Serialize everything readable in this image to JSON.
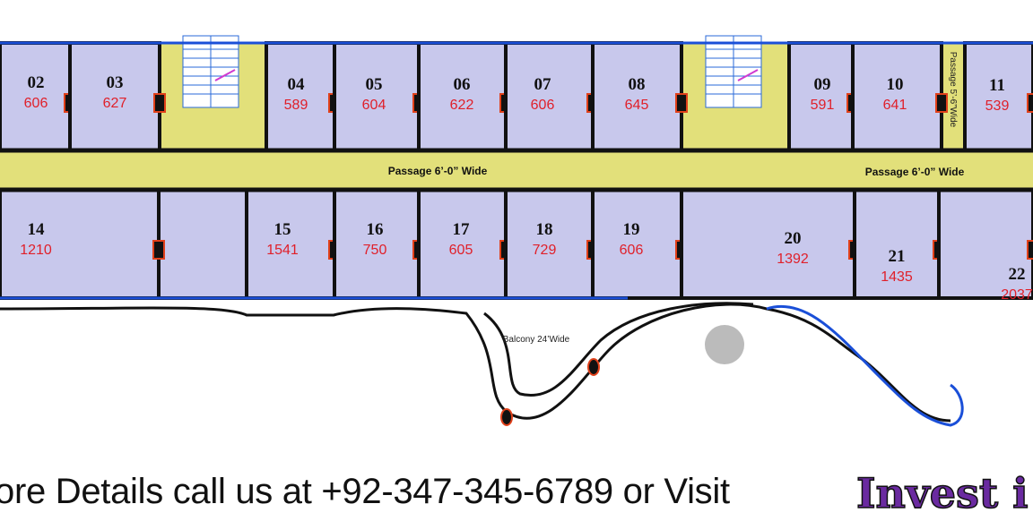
{
  "plan": {
    "top_units": [
      {
        "no": "02",
        "area": "606"
      },
      {
        "no": "03",
        "area": "627"
      },
      {
        "no": "04",
        "area": "589"
      },
      {
        "no": "05",
        "area": "604"
      },
      {
        "no": "06",
        "area": "622"
      },
      {
        "no": "07",
        "area": "606"
      },
      {
        "no": "08",
        "area": "645"
      },
      {
        "no": "09",
        "area": "591"
      },
      {
        "no": "10",
        "area": "641"
      },
      {
        "no": "11",
        "area": "539"
      }
    ],
    "bottom_units": [
      {
        "no": "14",
        "area": "1210"
      },
      {
        "no": "15",
        "area": "1541"
      },
      {
        "no": "16",
        "area": "750"
      },
      {
        "no": "17",
        "area": "605"
      },
      {
        "no": "18",
        "area": "729"
      },
      {
        "no": "19",
        "area": "606"
      },
      {
        "no": "20",
        "area": "1392"
      },
      {
        "no": "21",
        "area": "1435"
      },
      {
        "no": "22",
        "area": "2037"
      }
    ],
    "passage_label_1": "Passage 6’-0” Wide",
    "passage_label_2": "Passage 6’-0” Wide",
    "side_passage_label": "Passage 5’-6”Wide",
    "balcony_label": "Balcony 24’Wide",
    "colors": {
      "unit": "#c8c8ec",
      "passage": "#e2e07a",
      "wall": "#111111",
      "window": "#1a4fd8",
      "column": "#e0401a",
      "area_text": "#e0202a"
    }
  },
  "footer": {
    "text": "ore Details call us at +92-347-345-6789 or Visit",
    "logo": "Invest i"
  }
}
